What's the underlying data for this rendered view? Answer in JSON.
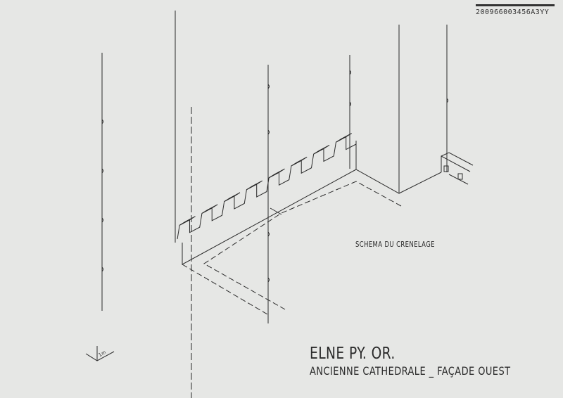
{
  "reference": {
    "number": "200966003456A3YY"
  },
  "drawing": {
    "caption": "SCHEMA DU CRENELAGE",
    "scale_label": "1m"
  },
  "title_block": {
    "title": "ELNE PY. OR.",
    "subtitle": "ANCIENNE CATHEDRALE _ FAÇADE OUEST"
  },
  "colors": {
    "paper": "#e6e7e5",
    "ink": "#2a2a2a"
  }
}
